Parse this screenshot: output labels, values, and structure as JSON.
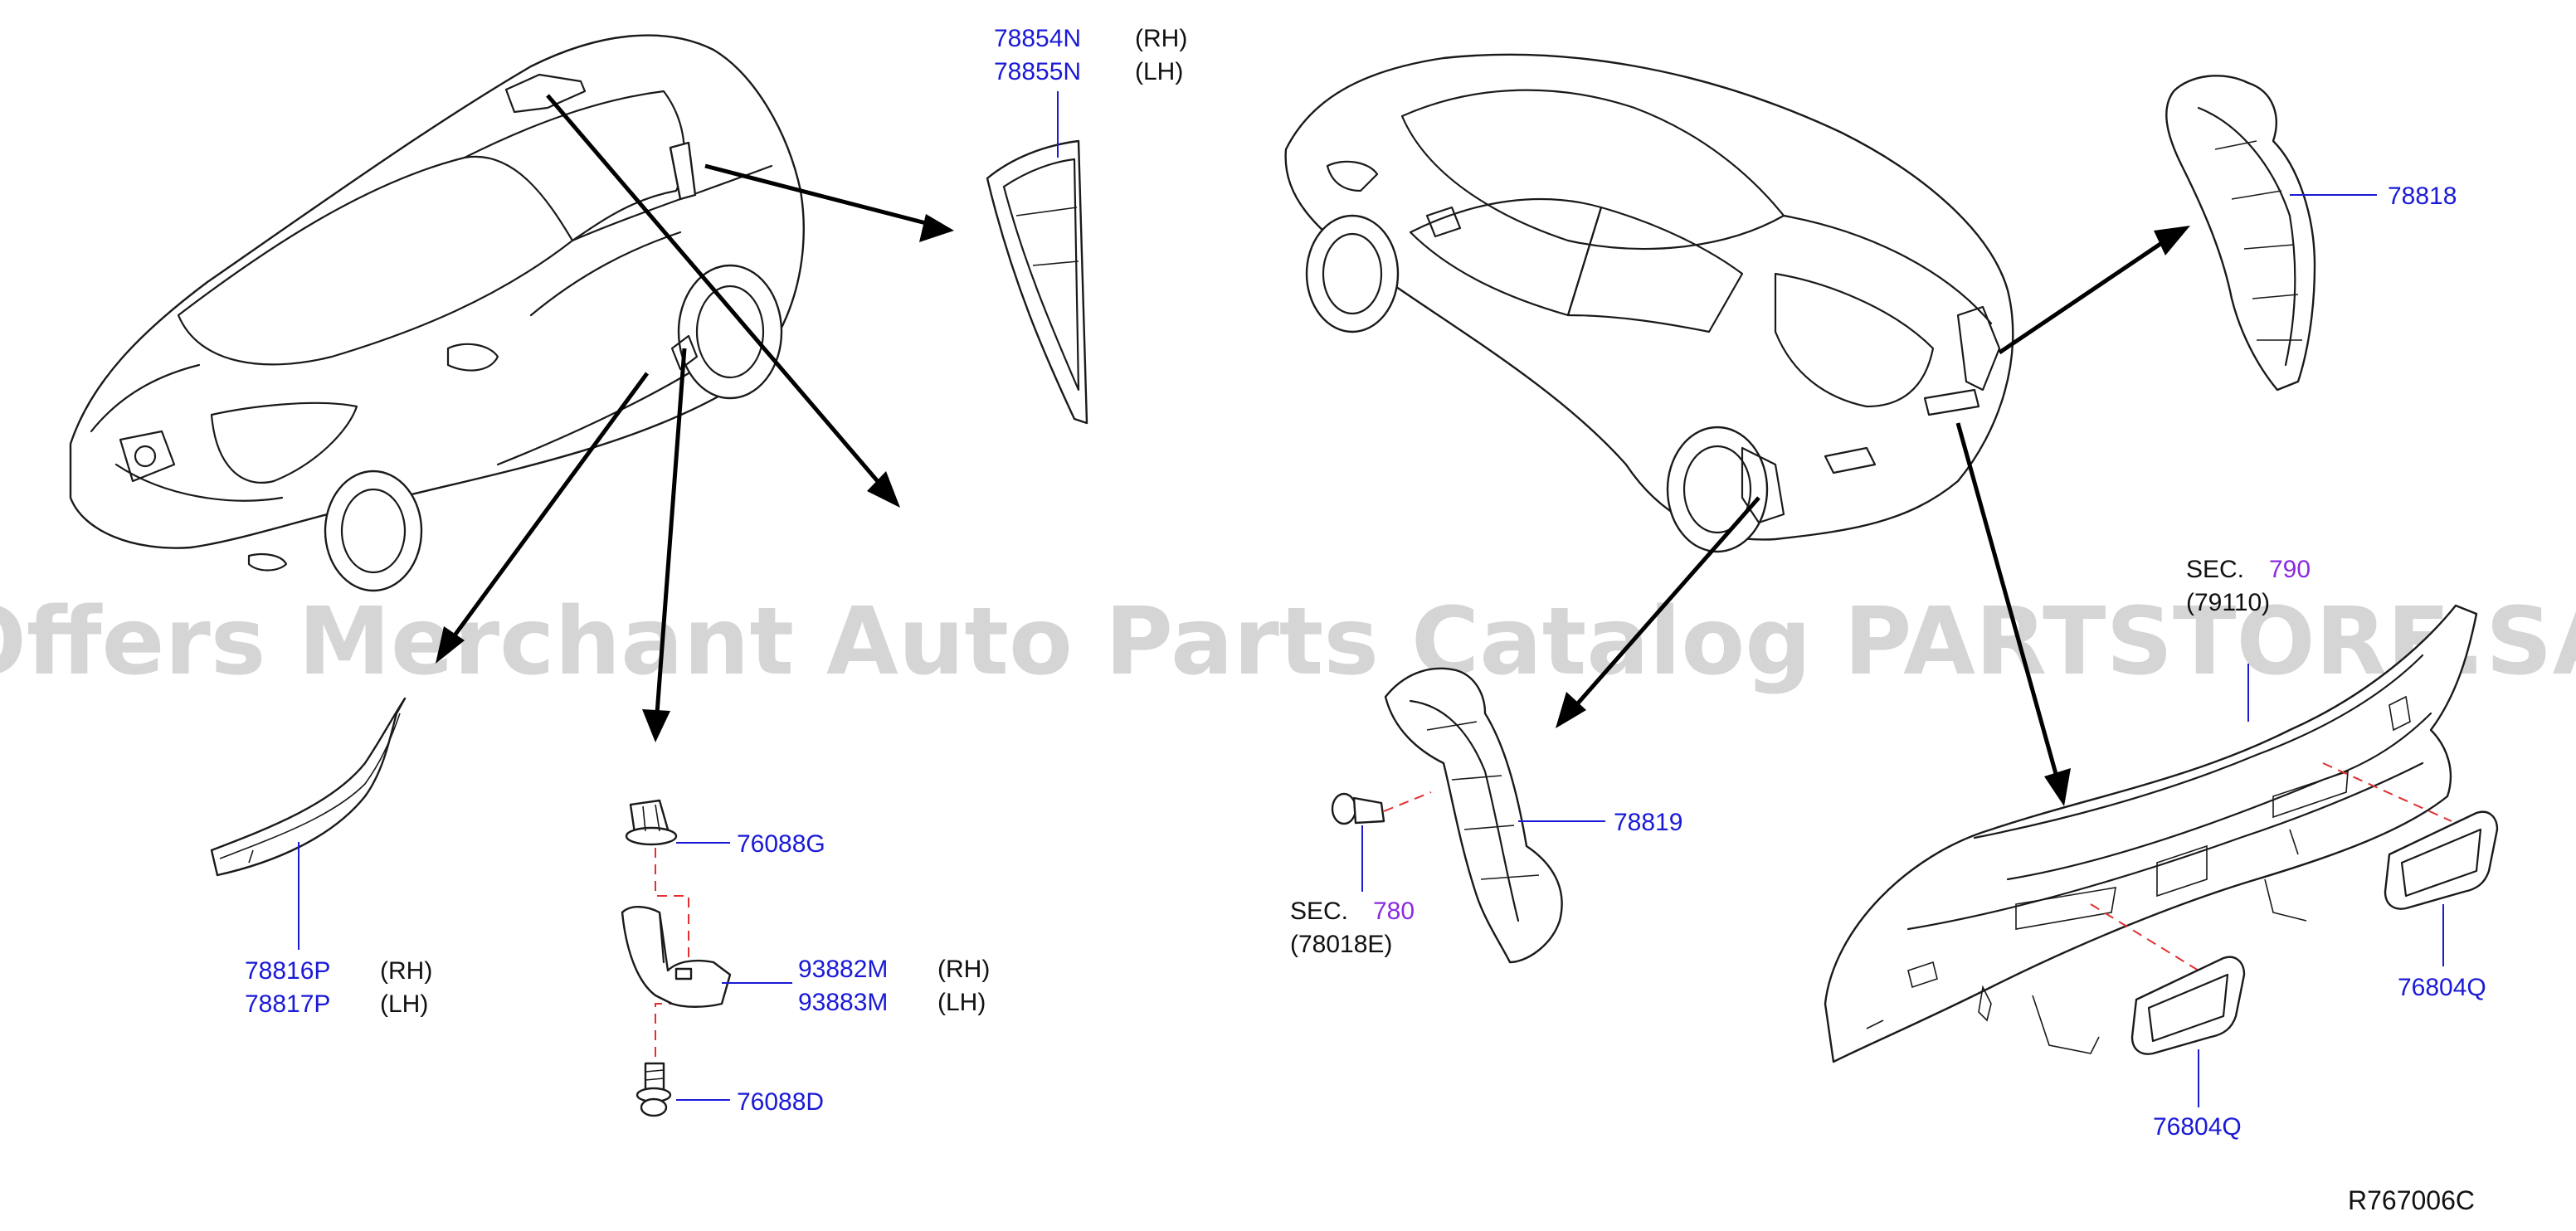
{
  "labels": {
    "p78854N": "78854N",
    "p78855N": "78855N",
    "p78854N_side": "(RH)",
    "p78855N_side": "(LH)",
    "p78816P": "78816P",
    "p78817P": "78817P",
    "p78816P_side": "(RH)",
    "p78817P_side": "(LH)",
    "p76088G": "76088G",
    "p93882M": "93882M",
    "p93883M": "93883M",
    "p93882M_side": "(RH)",
    "p93883M_side": "(LH)",
    "p76088D": "76088D",
    "p78818": "78818",
    "p78819": "78819",
    "p76804Q_right": "76804Q",
    "p76804Q_bottom": "76804Q",
    "sec780_prefix": "SEC.",
    "sec780_num": "780",
    "sec780_ref": "(78018E)",
    "sec790_prefix": "SEC.",
    "sec790_num": "790",
    "sec790_ref": "(79110)"
  },
  "watermark": "Offers Merchant Auto Parts Catalog PARTSTORE.SA",
  "diagram_ref": "R767006C",
  "colors": {
    "part_number": "#1a1ad6",
    "section_number": "#8a2be2",
    "leader_dashed": "#e03030",
    "line": "#1a1a1a"
  }
}
